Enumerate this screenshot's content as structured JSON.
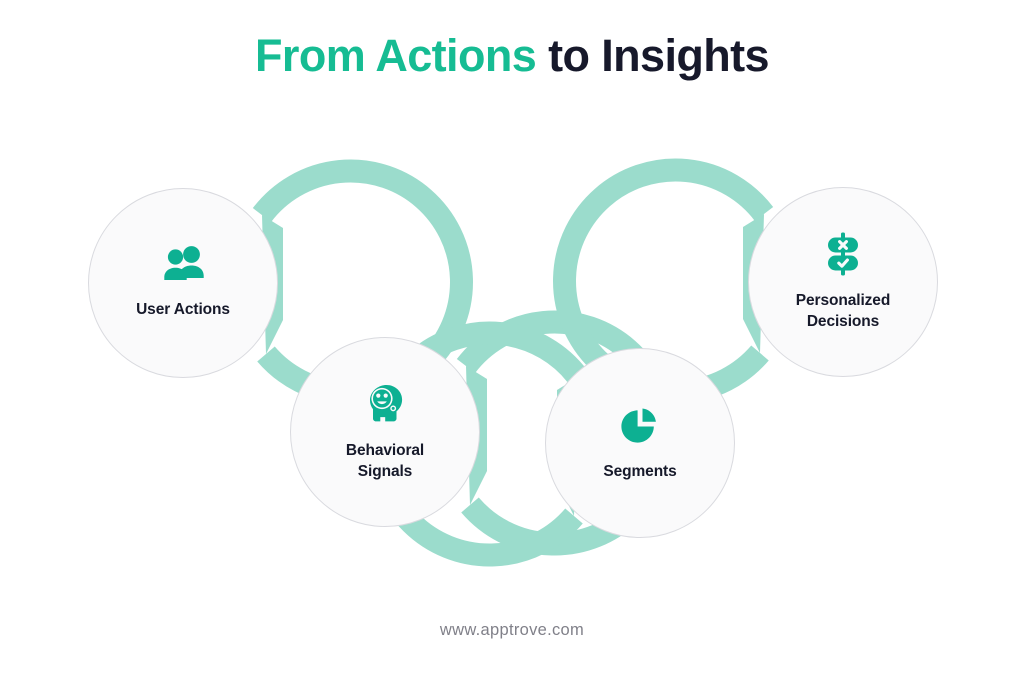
{
  "page": {
    "background_color": "#ffffff",
    "accent_color": "#16BC93",
    "icon_color": "#0DB092",
    "ring_color": "#9BDCCC",
    "text_color": "#17192B",
    "muted_text_color": "#808089"
  },
  "header": {
    "title_accent": "From Actions",
    "title_rest": " to Insights",
    "title_full": "From Actions to Insights"
  },
  "diagram_data": {
    "type": "process-flow",
    "shape": "interlocking-rings",
    "node_count": 4,
    "nodes": [
      {
        "id": "user-actions",
        "label": "User Actions",
        "icon": "users-group-icon",
        "order": 1,
        "row": "upper"
      },
      {
        "id": "behavioral-signals",
        "label": "Behavioral\nSignals",
        "icon": "head-emotion-icon",
        "order": 2,
        "row": "lower"
      },
      {
        "id": "segments",
        "label": "Segments",
        "icon": "pie-chart-icon",
        "order": 3,
        "row": "lower"
      },
      {
        "id": "personalized-decisions",
        "label": "Personalized\nDecisions",
        "icon": "decision-check-cross-icon",
        "order": 4,
        "row": "upper"
      }
    ]
  },
  "footer": {
    "url": "www.apptrove.com"
  }
}
